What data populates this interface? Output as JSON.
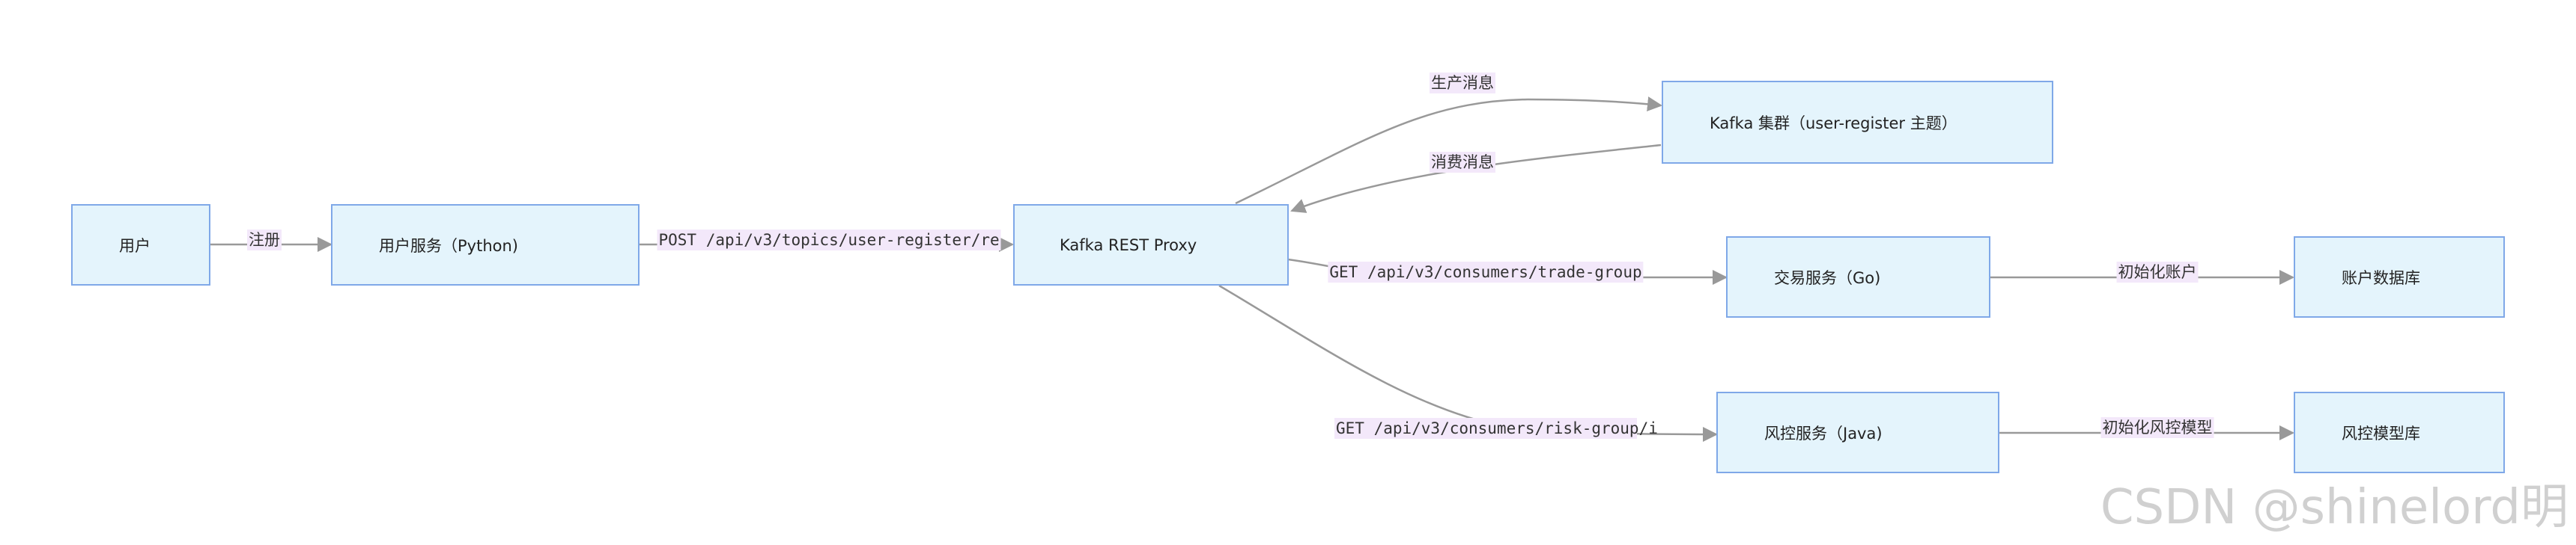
{
  "nodes": {
    "user": "用户",
    "user_service": "用户服务（Python)",
    "kafka_proxy": "Kafka REST Proxy",
    "kafka_cluster": "Kafka 集群（user-register 主题）",
    "trade_service": "交易服务（Go)",
    "risk_service": "风控服务（Java)",
    "account_db": "账户数据库",
    "risk_db": "风控模型库"
  },
  "edges": {
    "register": "注册",
    "post_topic": "POST /api/v3/topics/user-register/re",
    "produce": "生产消息",
    "consume": "消费消息",
    "get_trade": "GET /api/v3/consumers/trade-group",
    "get_risk": "GET /api/v3/consumers/risk-group/i",
    "init_account": "初始化账户",
    "init_risk": "初始化风控模型"
  },
  "watermark": "CSDN @shinelord明",
  "colors": {
    "node_fill": "#e4f4fc",
    "node_border": "#7fa8e8",
    "edge_line": "#999999",
    "label_bg": "#f3e8fa"
  }
}
